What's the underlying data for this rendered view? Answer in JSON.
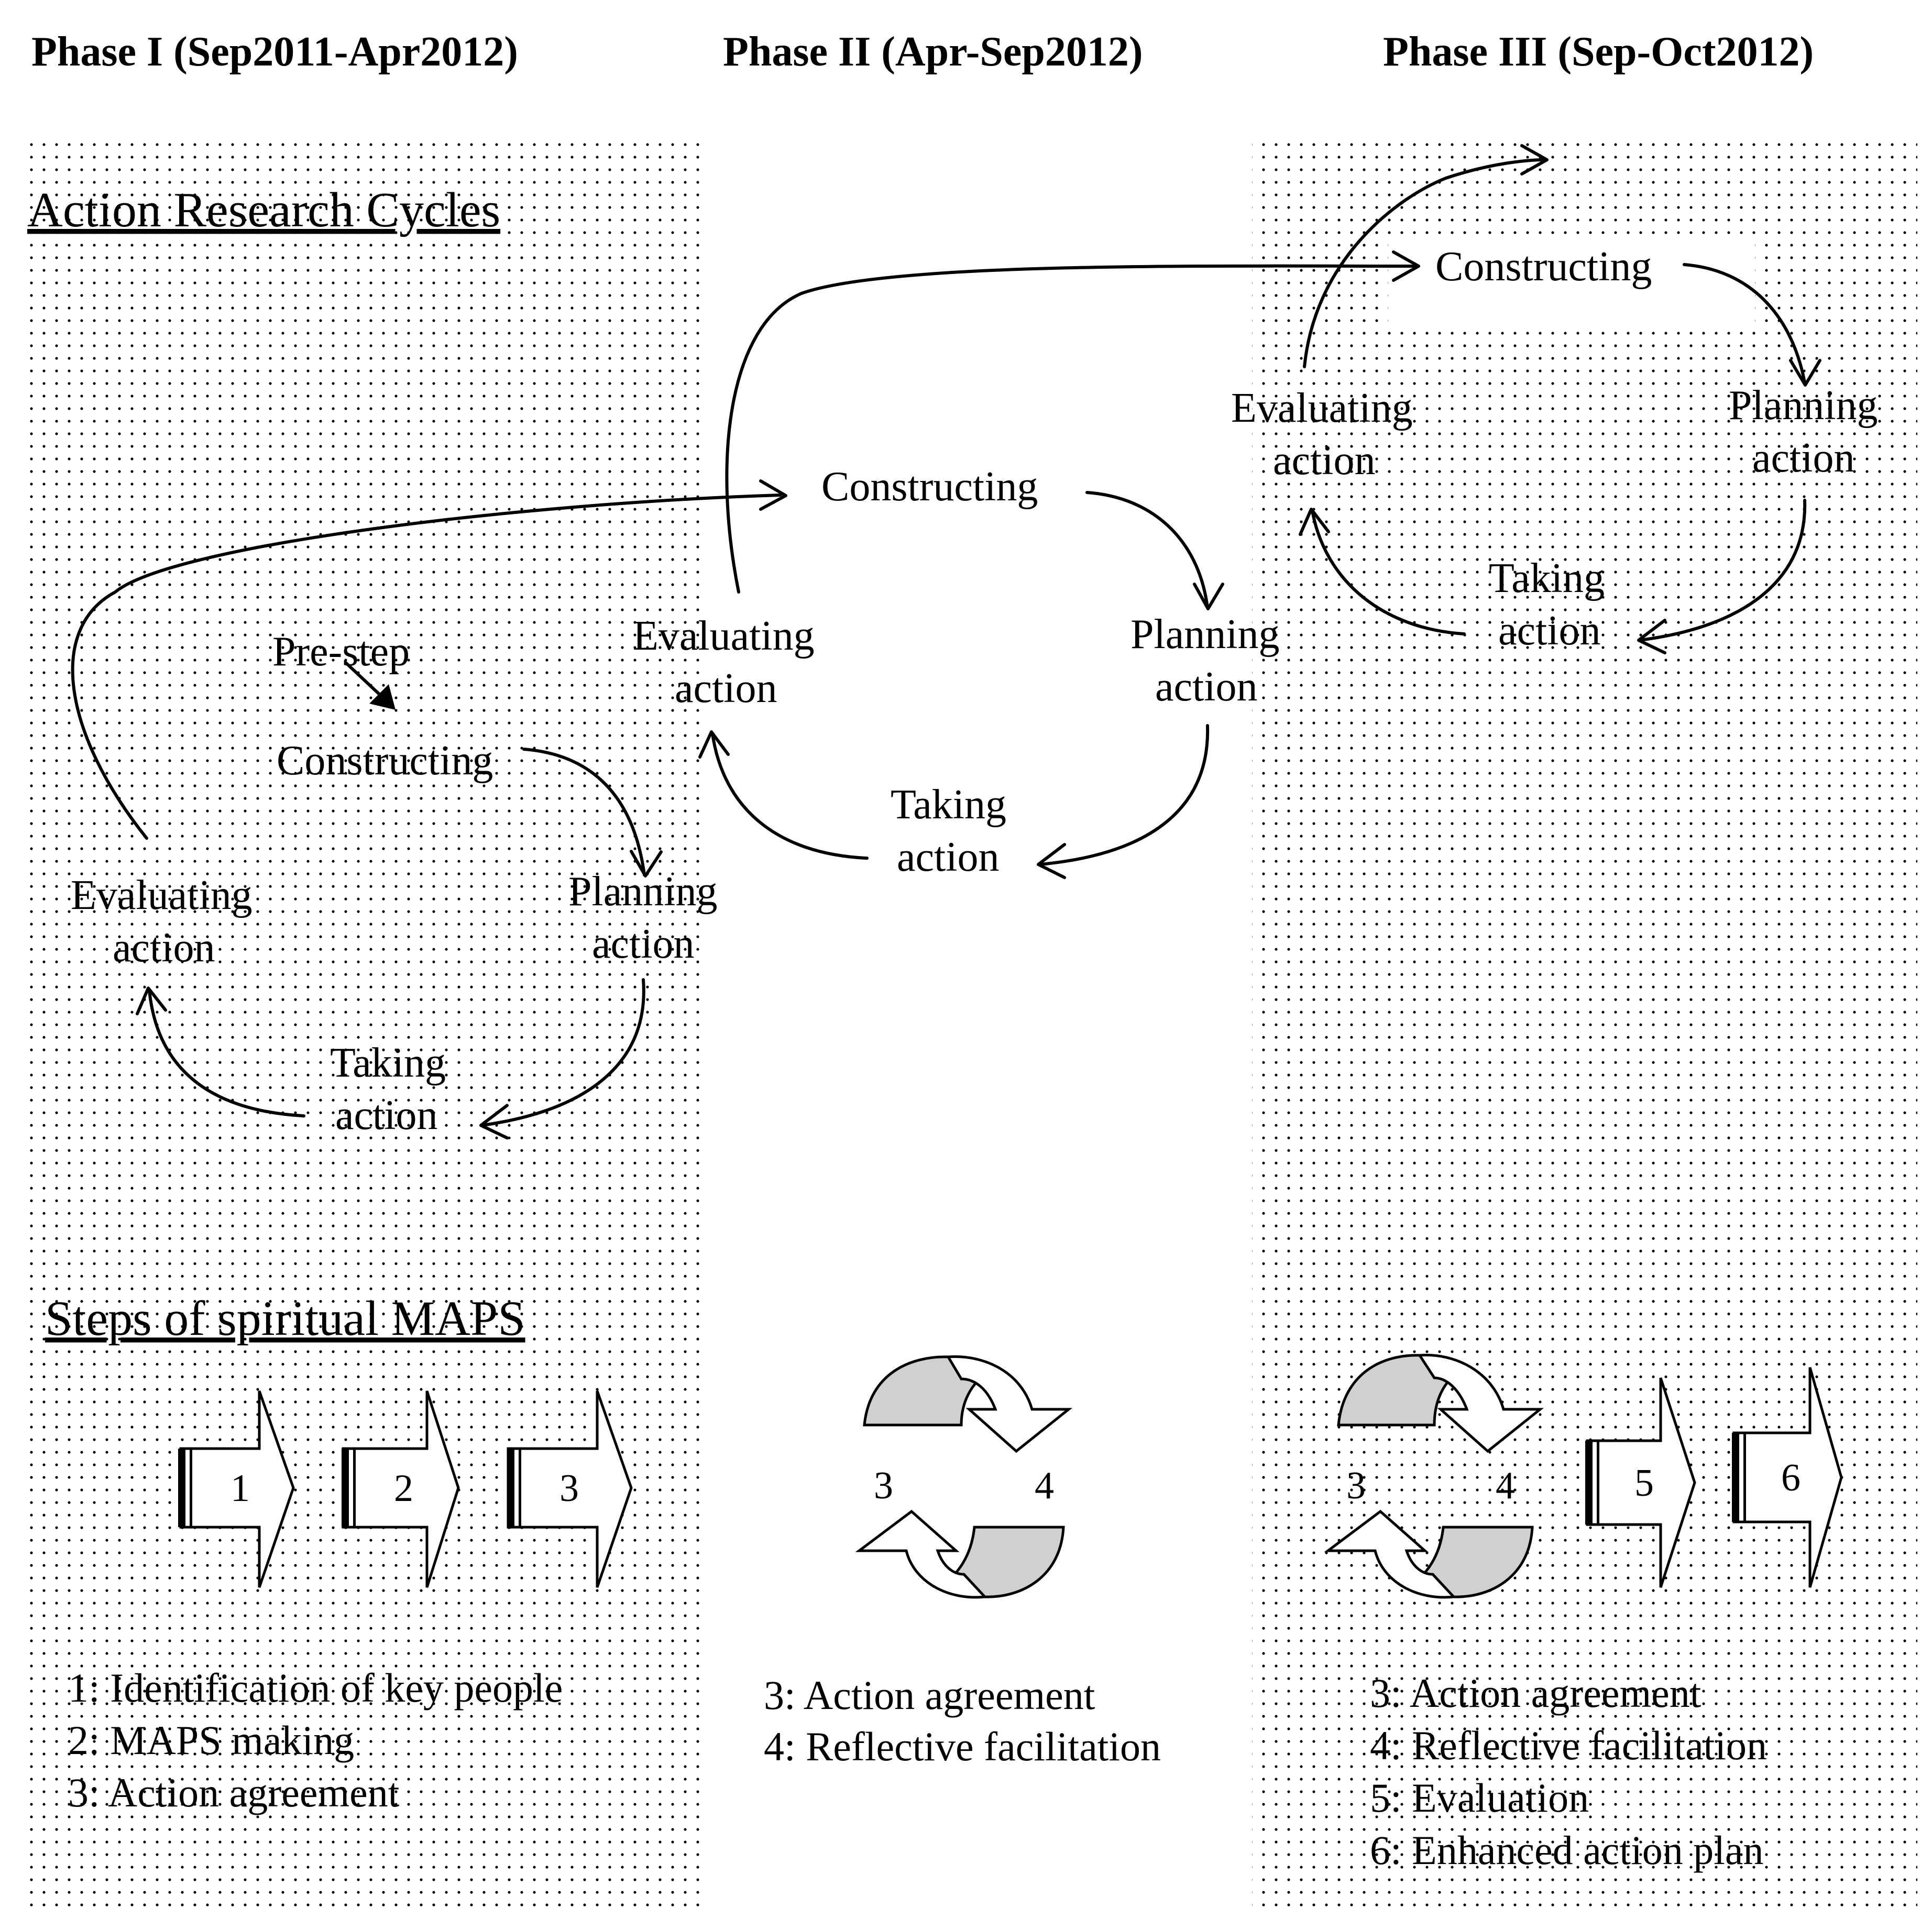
{
  "phases": [
    {
      "title": "Phase I (Sep2011-Apr2012)"
    },
    {
      "title": "Phase II (Apr-Sep2012)"
    },
    {
      "title": "Phase III (Sep-Oct2012)"
    }
  ],
  "sections": {
    "action_research": "Action Research Cycles",
    "maps_steps": "Steps of spiritual MAPS"
  },
  "cycles": {
    "phase1": {
      "pre_step": "Pre-step",
      "constructing": "Constructing",
      "planning": [
        "Planning",
        "action"
      ],
      "taking": [
        "Taking",
        "action"
      ],
      "evaluating": [
        "Evaluating",
        "action"
      ]
    },
    "phase2": {
      "constructing": "Constructing",
      "planning": [
        "Planning",
        "action"
      ],
      "taking": [
        "Taking",
        "action"
      ],
      "evaluating": [
        "Evaluating",
        "action"
      ]
    },
    "phase3": {
      "constructing": "Constructing",
      "planning": [
        "Planning",
        "action"
      ],
      "taking": [
        "Taking",
        "action"
      ],
      "evaluating": [
        "Evaluating",
        "action"
      ]
    }
  },
  "step_numbers": {
    "phase1": [
      "1",
      "2",
      "3"
    ],
    "phase2": [
      "3",
      "4"
    ],
    "phase3_cycle": [
      "3",
      "4"
    ],
    "phase3_arrows": [
      "5",
      "6"
    ]
  },
  "legends": {
    "phase1": [
      "1: Identification of key people",
      "2: MAPS making",
      "3: Action agreement"
    ],
    "phase2": [
      "3: Action agreement",
      "4: Reflective facilitation"
    ],
    "phase3": [
      "3: Action agreement",
      "4: Reflective facilitation",
      "5: Evaluation",
      "6: Enhanced action plan"
    ]
  }
}
